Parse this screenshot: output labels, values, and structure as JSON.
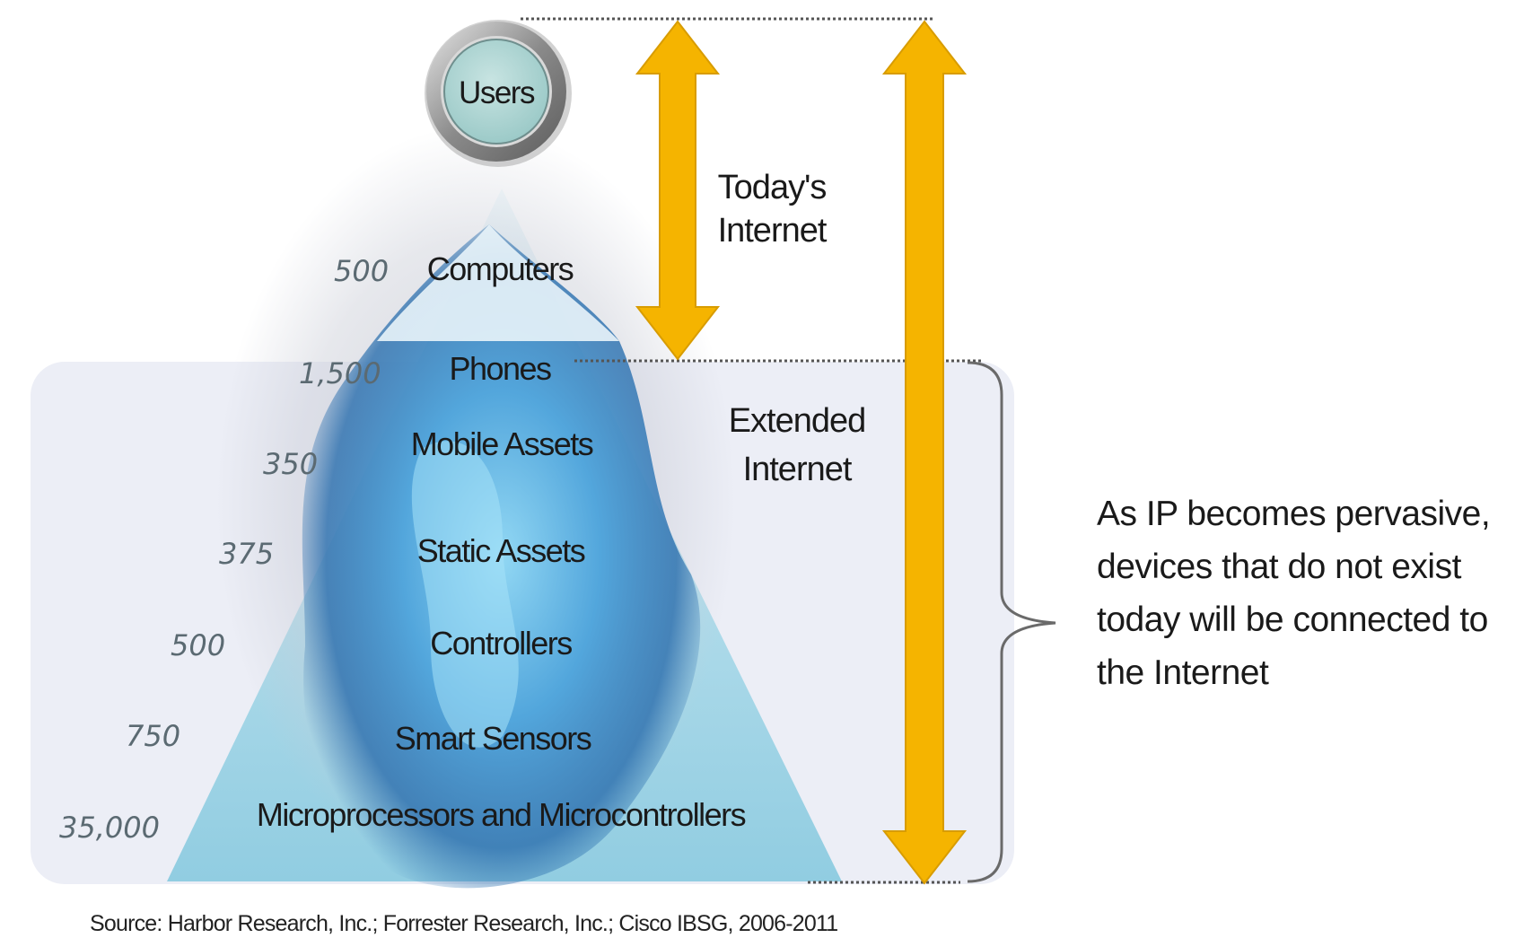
{
  "users": {
    "label": "Users"
  },
  "layers": [
    {
      "key": "computers",
      "label": "Computers",
      "count": "500"
    },
    {
      "key": "phones",
      "label": "Phones",
      "count": "1,500"
    },
    {
      "key": "mobile",
      "label": "Mobile Assets",
      "count": "350"
    },
    {
      "key": "static",
      "label": "Static Assets",
      "count": "375"
    },
    {
      "key": "controllers",
      "label": "Controllers",
      "count": "500"
    },
    {
      "key": "sensors",
      "label": "Smart Sensors",
      "count": "750"
    },
    {
      "key": "micro",
      "label": "Microprocessors and Microcontrollers",
      "count": "35,000"
    }
  ],
  "todays_internet": {
    "line1": "Today's",
    "line2": "Internet"
  },
  "extended_internet": {
    "line1": "Extended",
    "line2": "Internet"
  },
  "note": "As IP becomes pervasive, devices that do not exist today will be connected to the Internet",
  "source": "Source: Harbor Research, Inc.; Forrester Research, Inc.; Cisco IBSG, 2006-2011",
  "colors": {
    "arrow": "#f5b400",
    "arrow_edge": "#d89c00",
    "panel": "#eceef6",
    "ice_light": "#cfeaf2",
    "ice_deep": "#3e8fd0",
    "divider": "#6e8088"
  }
}
